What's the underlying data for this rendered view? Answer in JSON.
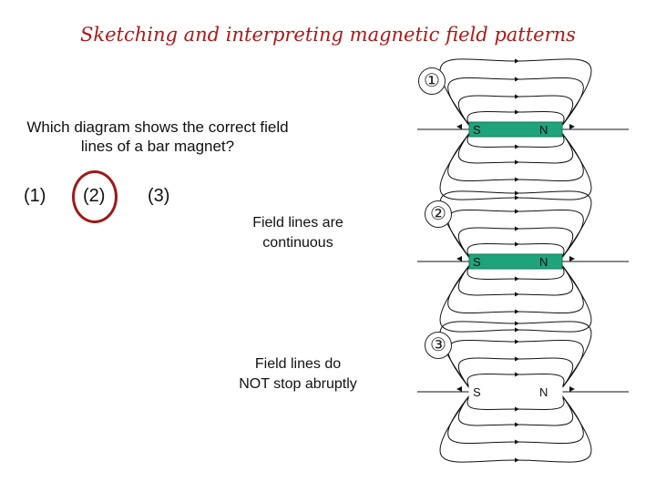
{
  "title": "Sketching and interpreting magnetic field patterns",
  "question": "Which diagram shows the correct field lines of a bar magnet?",
  "options": [
    "(1)",
    "(2)",
    "(3)"
  ],
  "selected_option": "(2)",
  "notes": {
    "continuous": "Field lines are continuous",
    "not_stop": "Field lines do NOT stop abruptly"
  },
  "diagrams": [
    {
      "number": "①",
      "south": "S",
      "north": "N",
      "magnet_color": "#1fa37a"
    },
    {
      "number": "②",
      "south": "S",
      "north": "N",
      "magnet_color": "#1fa37a"
    },
    {
      "number": "③",
      "south": "S",
      "north": "N",
      "magnet_color": "none"
    }
  ],
  "colors": {
    "title": "#b01818",
    "highlight_circle": "#a01818",
    "line": "#111111"
  }
}
